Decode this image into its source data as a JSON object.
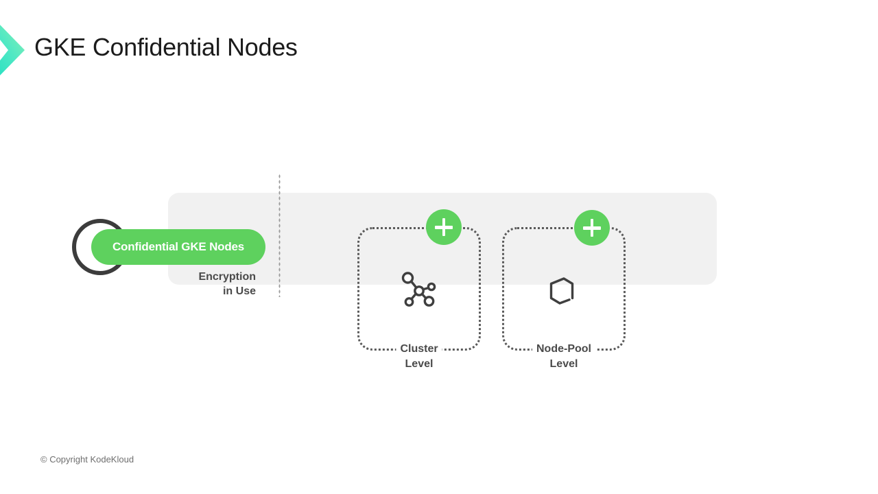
{
  "slide": {
    "title": "GKE Confidential Nodes",
    "footer": "© Copyright KodeKloud"
  },
  "colors": {
    "accent_green": "#5ed15e",
    "chevron_start": "#2fe6c8",
    "chevron_end": "#7df0b8",
    "band_gray": "#f1f1f1",
    "ink_dark": "#3c3c3c",
    "text_gray": "#4a4a4a"
  },
  "diagram": {
    "feature": {
      "pill_label": "Confidential GKE Nodes",
      "caption_line1": "Encryption",
      "caption_line2": "in Use",
      "ring_icon": "circle-outline-icon"
    },
    "levels": [
      {
        "id": "cluster",
        "label_line1": "Cluster",
        "label_line2": "Level",
        "icon": "network-nodes-icon",
        "badge": "plus-icon"
      },
      {
        "id": "nodepool",
        "label_line1": "Node-Pool",
        "label_line2": "Level",
        "icon": "hexagon-icon",
        "badge": "plus-icon"
      }
    ]
  }
}
